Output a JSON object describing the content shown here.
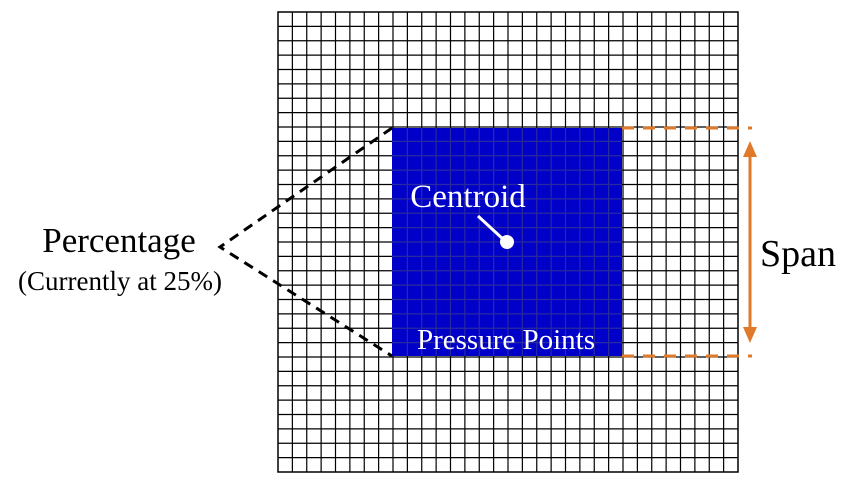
{
  "labels": {
    "centroid": "Centroid",
    "pressure_points": "Pressure Points",
    "percentage": "Percentage",
    "percentage_note": "(Currently at 25%)",
    "span": "Span"
  },
  "grid": {
    "cells": 32
  },
  "colors": {
    "grid_line": "#000000",
    "pressure_region": "#0000c8",
    "pressure_grid_line": "#2a2aa0",
    "centroid_marker": "#ffffff",
    "span_indicator": "#e07a2a",
    "percentage_bracket": "#000000",
    "label_text": "#000000",
    "label_text_inverse": "#ffffff"
  }
}
